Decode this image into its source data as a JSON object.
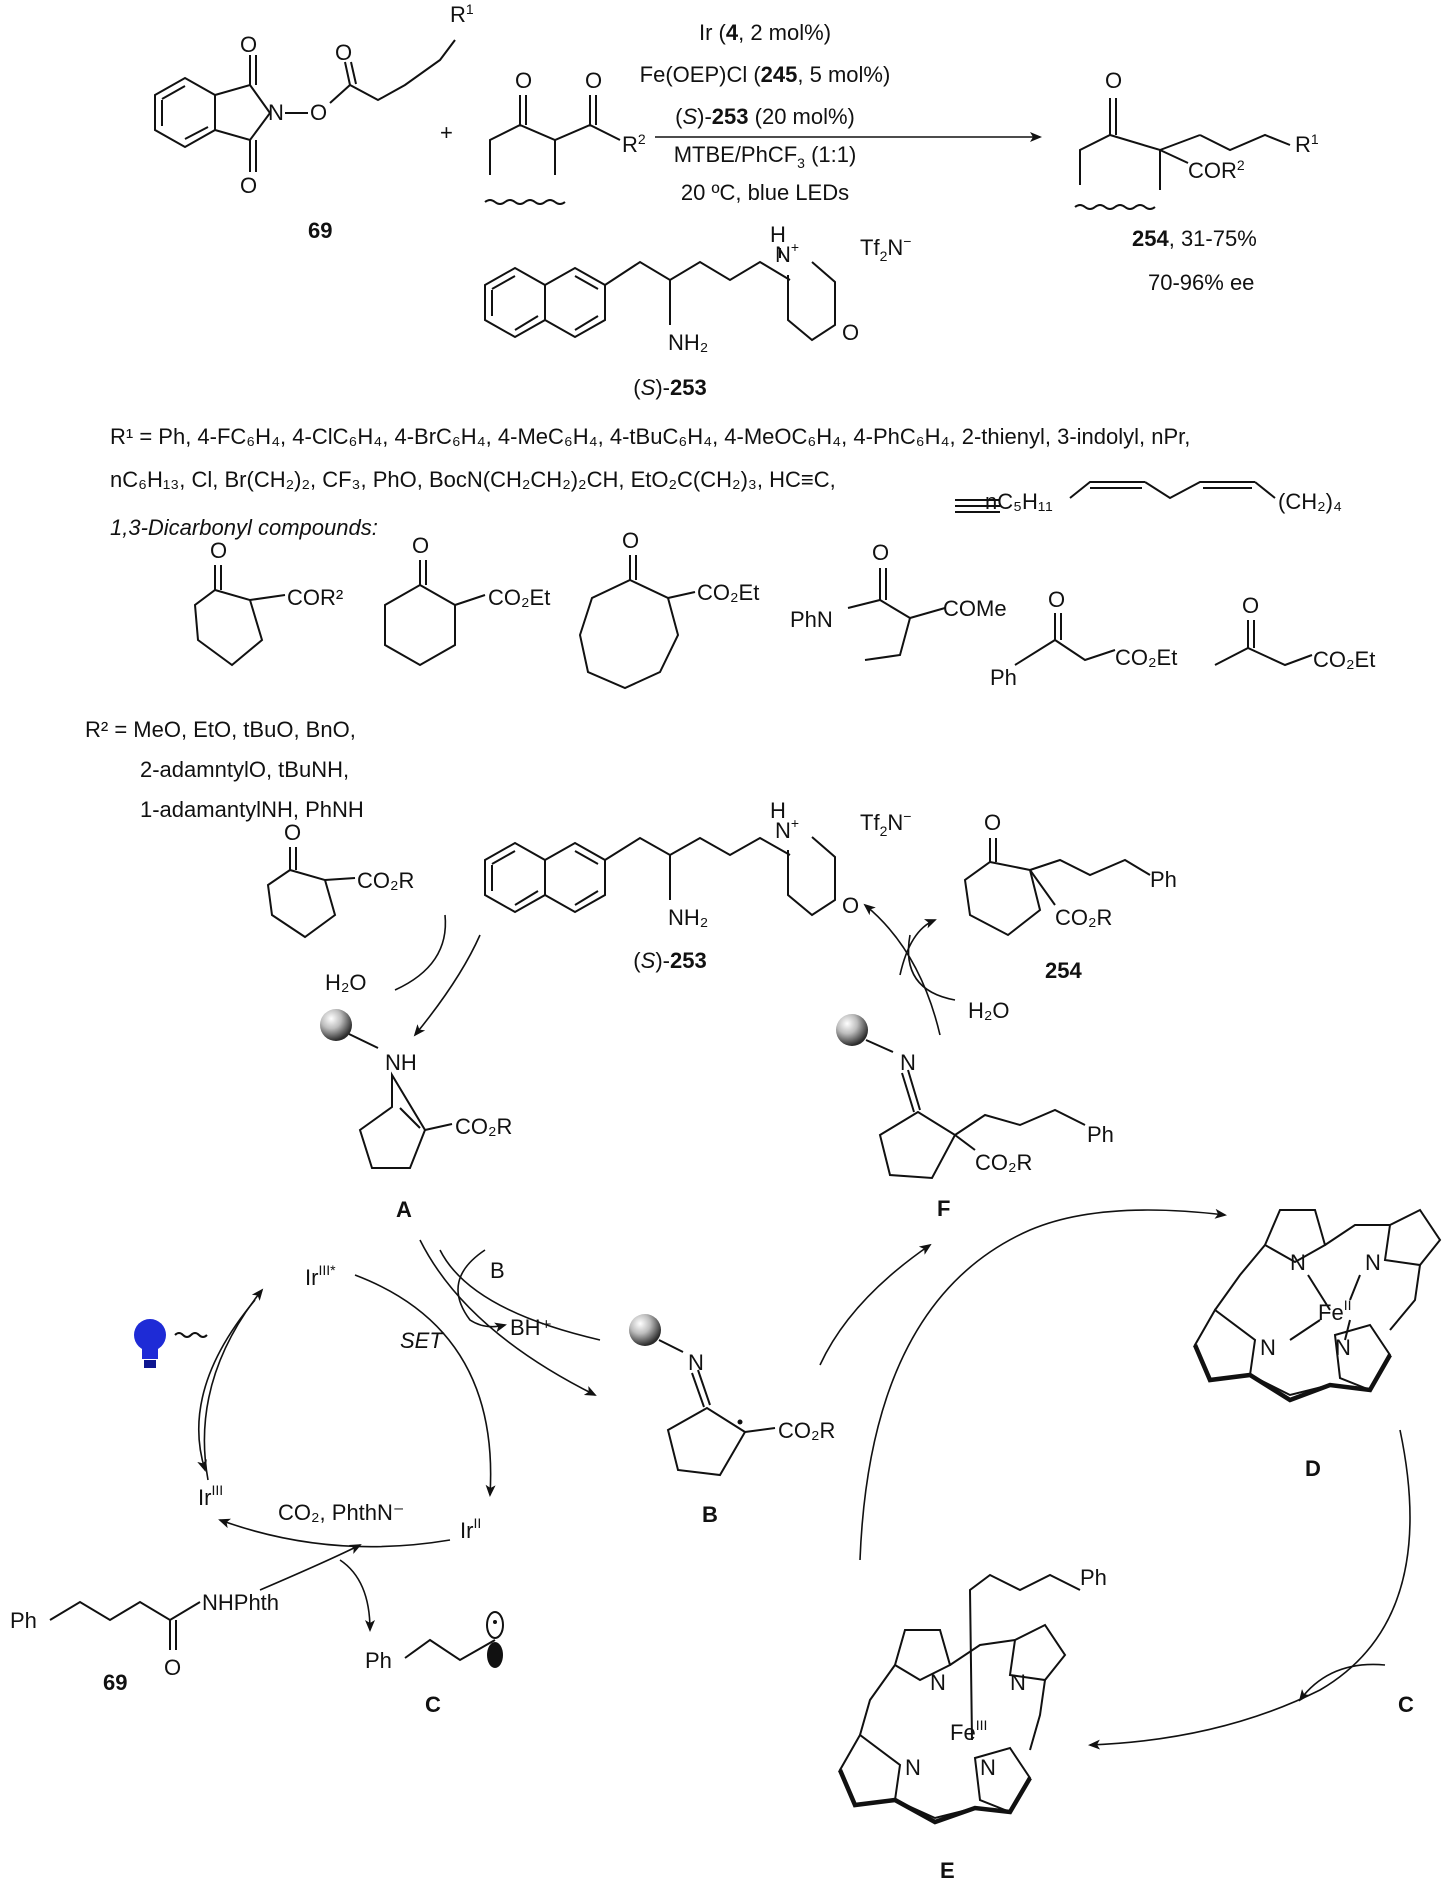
{
  "reaction": {
    "conditions": [
      "Ir (",
      "4",
      ", 2 mol%)",
      "Fe(OEP)Cl (",
      "245",
      ", 5 mol%)",
      "(",
      "S",
      ")-",
      "253",
      " (20 mol%)",
      "MTBE/PhCF",
      "3",
      " (1:1)",
      "20 ºC, blue LEDs"
    ],
    "reactant_label": "69",
    "plus": "+",
    "product_label": "254",
    "product_yield": ", 31-75%",
    "product_ee": "70-96% ee",
    "catalyst_label": "253",
    "catalyst_prefix": "(",
    "catalyst_s": "S",
    "catalyst_mid": ")-",
    "counterion": "Tf",
    "counterion_sub": "2",
    "counterion_N": "N",
    "counterion_sup": "−"
  },
  "r1_line1": "R¹ = Ph, 4-FC₆H₄, 4-ClC₆H₄, 4-BrC₆H₄, 4-MeC₆H₄, 4-tBuC₆H₄, 4-MeOC₆H₄, 4-PhC₆H₄, 2-thienyl, 3-indolyl, nPr,",
  "r1_line2": "nC₆H₁₃, Cl, Br(CH₂)₂, CF₃, PhO, BocN(CH₂CH₂)₂CH, EtO₂C(CH₂)₃,  HC≡C,",
  "r1_chain_left": "nC₅H₁₁",
  "r1_chain_right": "(CH₂)₄",
  "dicarbonyl_header": "1,3-Dicarbonyl compounds:",
  "dicarbonyls": [
    "COR²",
    "CO₂Et",
    "CO₂Et",
    "COMe",
    "CO₂Et",
    "CO₂Et"
  ],
  "dicarbonyl_labels": {
    "phn": "PhN",
    "ph": "Ph"
  },
  "r2_lines": [
    "R² = MeO, EtO, tBuO, BnO,",
    "2-adamntylO, tBuNH,",
    "1-adamantylNH, PhNH"
  ],
  "cycle": {
    "A": "A",
    "B": "B",
    "C": "C",
    "D": "D",
    "E": "E",
    "F": "F",
    "h2o_left": "H₂O",
    "h2o_right": "H₂O",
    "co2r": "CO₂R",
    "nh": "NH",
    "n": "N",
    "ph": "Ph",
    "o": "O",
    "ir3star": "Ir",
    "ir3star_sup": "III*",
    "ir3": "Ir",
    "ir3_sup": "III",
    "ir2": "Ir",
    "ir2_sup": "II",
    "set": "SET",
    "base": "B",
    "bh": "BH⁺",
    "co2_phthn": "CO₂, PhthN⁻",
    "nhphth": "NHPhth",
    "label_69": "69",
    "fe2": "Fe",
    "fe2_sup": "II",
    "fe3": "Fe",
    "fe3_sup": "III",
    "amine_label": "253",
    "nh2": "NH₂"
  },
  "colors": {
    "bulb": "#1e2bd6",
    "ink": "#111111"
  }
}
